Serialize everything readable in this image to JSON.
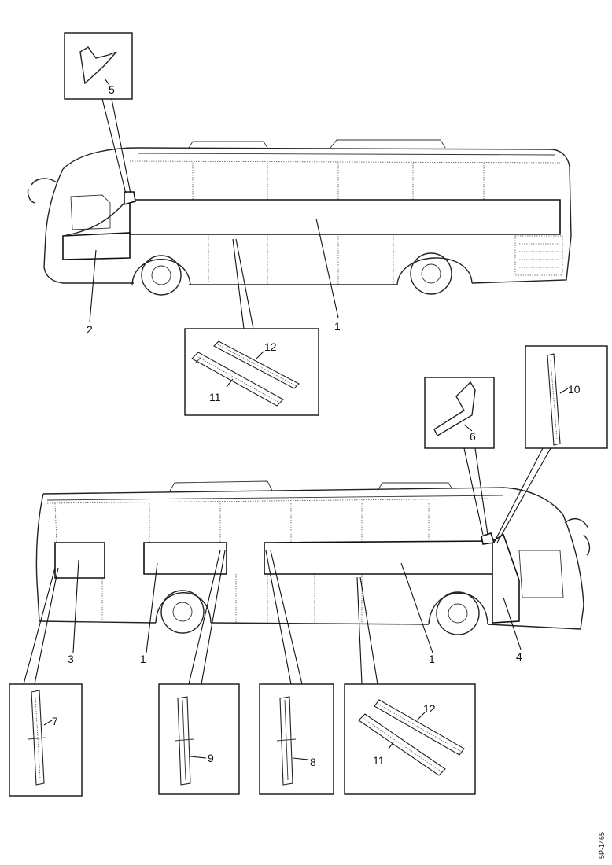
{
  "labels": {
    "top_strip": "1",
    "top_front_panel": "2",
    "top_corner_piece": "5",
    "top_rail_12": "12",
    "top_rail_11": "11",
    "bottom_rear_panel": "3",
    "bottom_mid_panel": "1",
    "bottom_strip": "1",
    "bottom_front_panel": "4",
    "bottom_corner_piece": "6",
    "bottom_front_profile": "10",
    "profile_7": "7",
    "profile_9": "9",
    "profile_8": "8",
    "bottom_rail_12": "12",
    "bottom_rail_11": "11"
  },
  "figure_code": "5P-1465"
}
